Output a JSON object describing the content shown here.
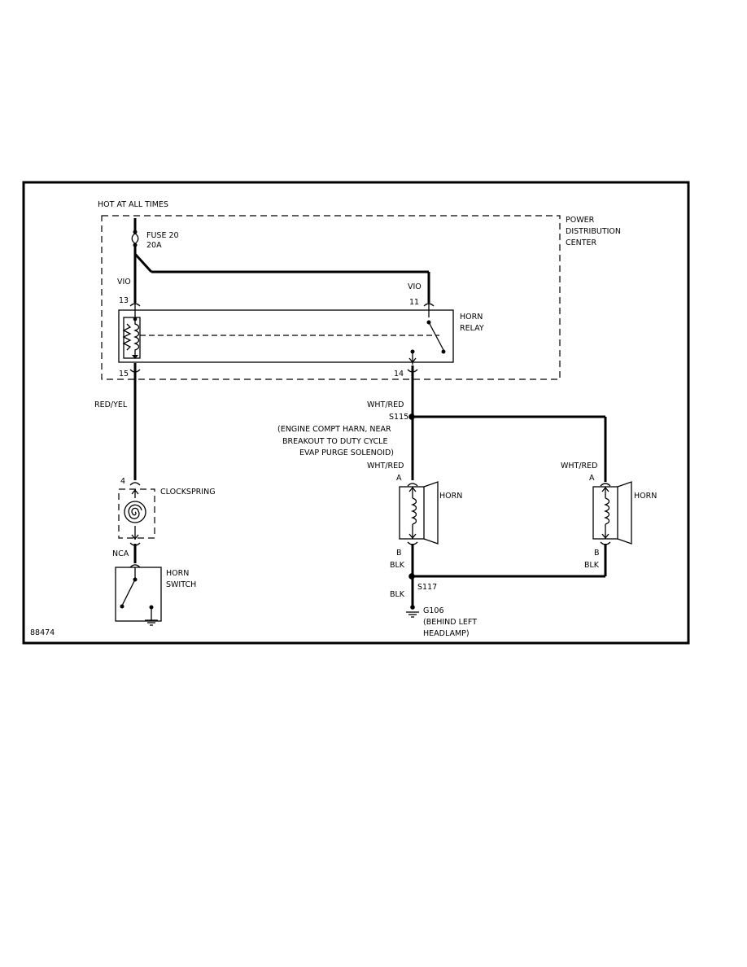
{
  "labels": {
    "hot": "HOT AT ALL TIMES",
    "fuse_name": "FUSE 20",
    "fuse_rating": "20A",
    "pdc1": "POWER",
    "pdc2": "DISTRIBUTION",
    "pdc3": "CENTER",
    "vio_left": "VIO",
    "vio_right": "VIO",
    "pin13": "13",
    "pin11": "11",
    "pin15": "15",
    "pin14": "14",
    "relay1": "HORN",
    "relay2": "RELAY",
    "red_yel": "RED/YEL",
    "wht_red_1": "WHT/RED",
    "s115": "S115",
    "note1": "(ENGINE COMPT HARN, NEAR",
    "note2": "BREAKOUT TO DUTY CYCLE",
    "note3": "EVAP PURGE SOLENOID)",
    "wht_red_2": "WHT/RED",
    "wht_red_3": "WHT/RED",
    "pinA_1": "A",
    "pinA_2": "A",
    "horn1": "HORN",
    "horn2": "HORN",
    "pinB_1": "B",
    "pinB_2": "B",
    "blk1": "BLK",
    "blk2": "BLK",
    "blk3": "BLK",
    "s117": "S117",
    "g106": "G106",
    "g106_note1": "(BEHIND LEFT",
    "g106_note2": "HEADLAMP)",
    "pin4": "4",
    "clockspring": "CLOCKSPRING",
    "nca": "NCA",
    "horn_switch1": "HORN",
    "horn_switch2": "SWITCH",
    "fig_id": "88474"
  }
}
